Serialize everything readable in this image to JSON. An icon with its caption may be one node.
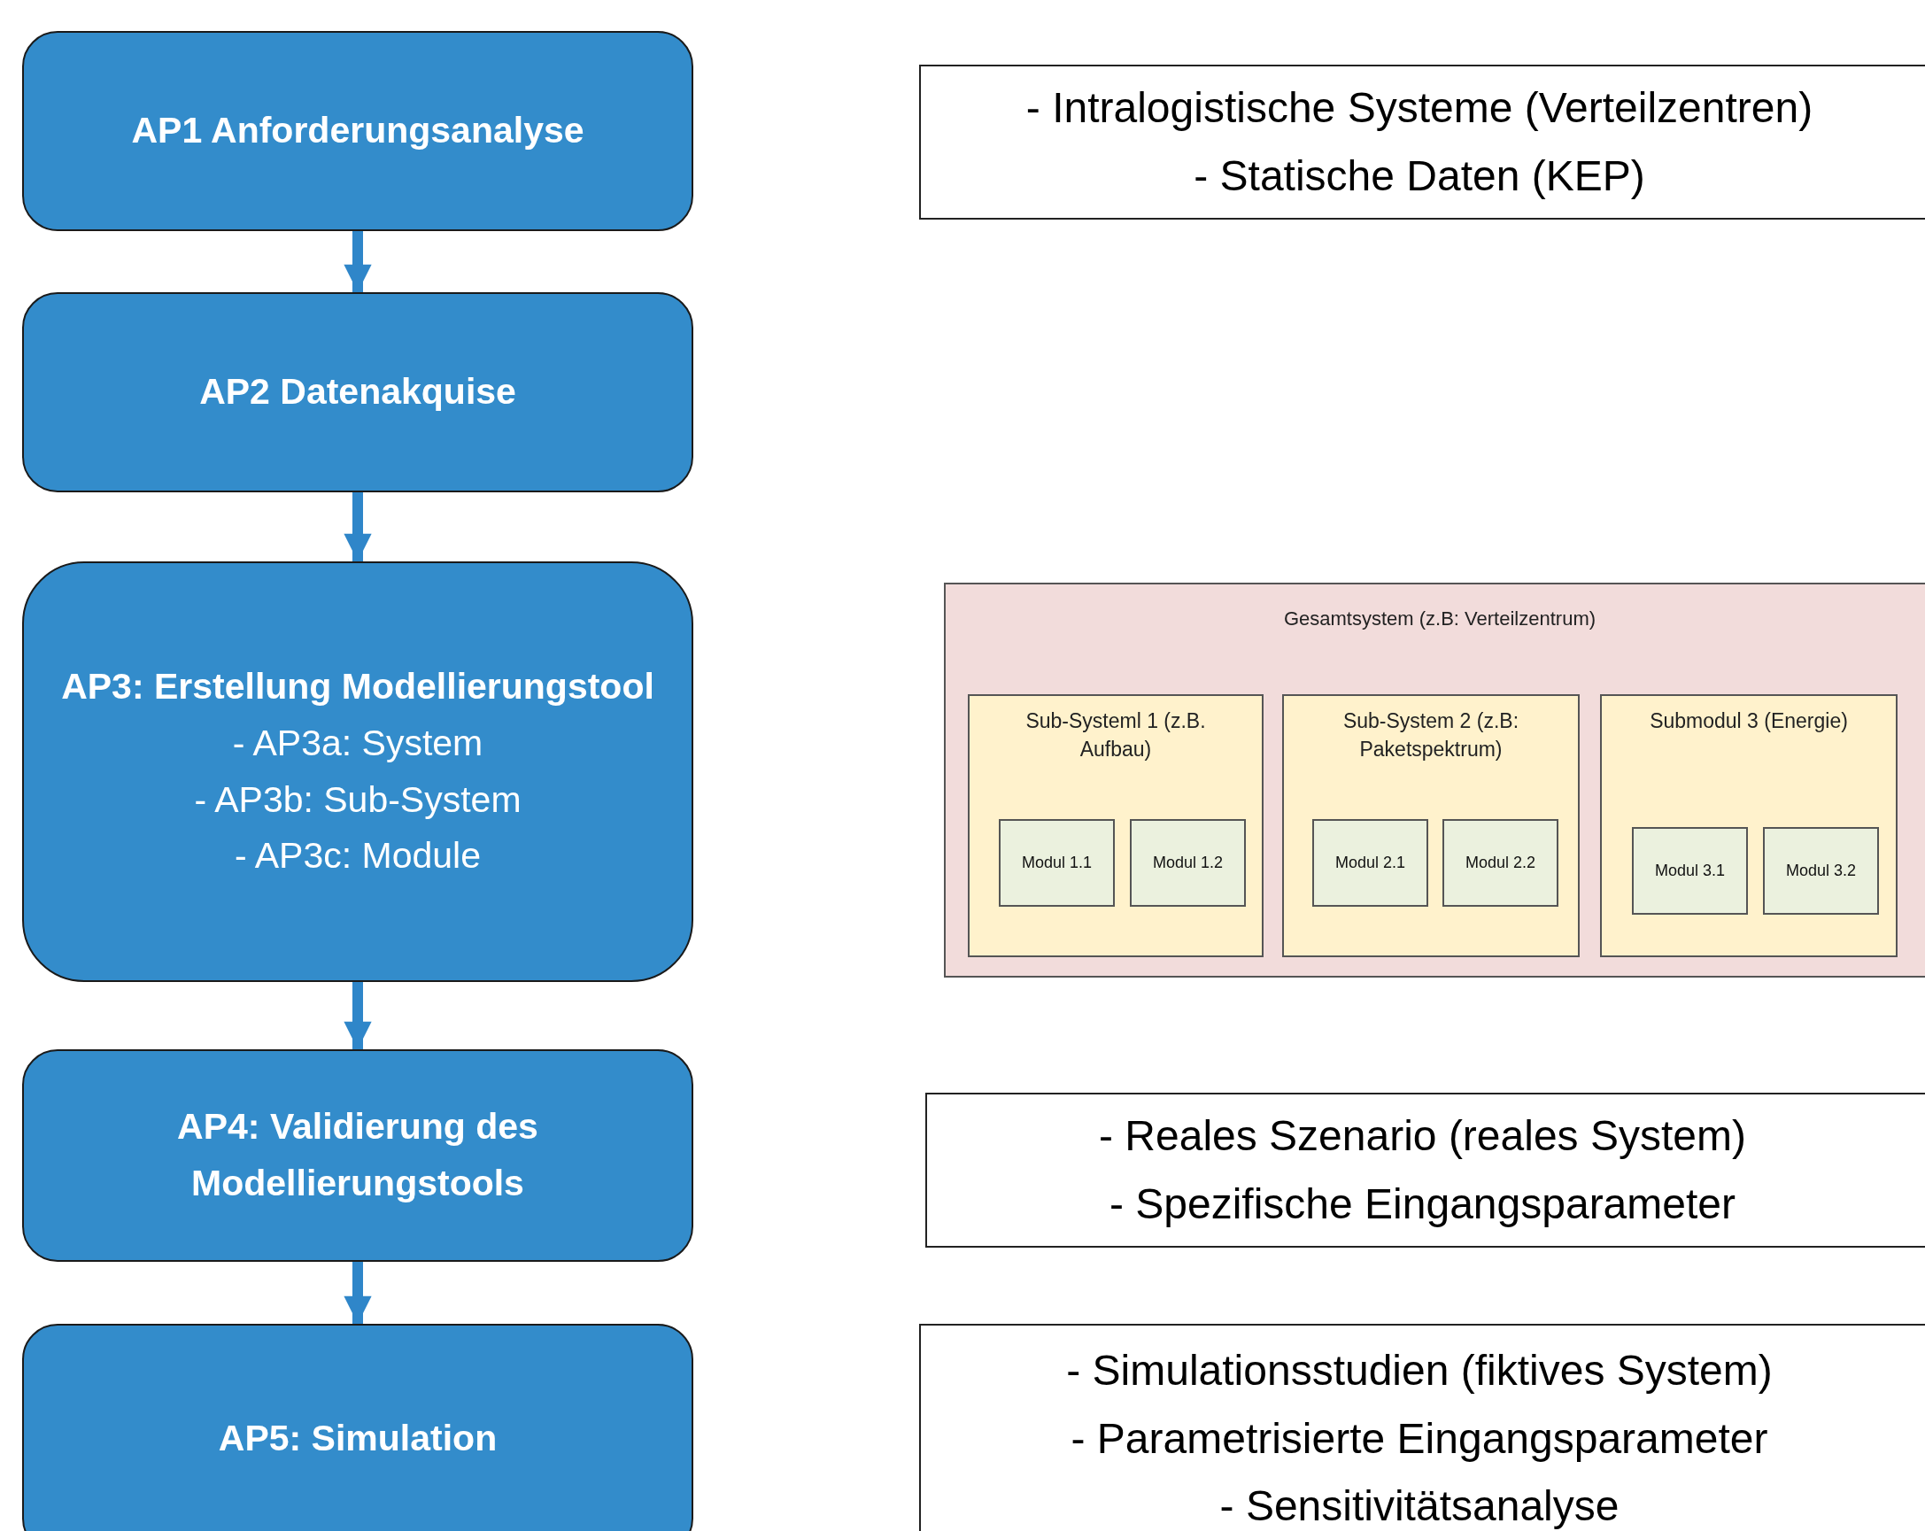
{
  "diagram": {
    "nodes": [
      {
        "text": [
          "AP1 Anforderungsanalyse"
        ]
      },
      {
        "text": [
          "- Intralogistische Systeme (Verteilzentren)",
          "- Statische Daten (KEP)"
        ]
      },
      {
        "text": [
          "AP2 Datenakquise"
        ]
      },
      {
        "text": [
          "AP3: Erstellung Modellierungstool",
          "- AP3a: System",
          "- AP3b: Sub-System",
          "- AP3c: Module"
        ]
      },
      {
        "text": [
          "Gesamtsystem (z.B: Verteilzentrum)"
        ]
      },
      {
        "text": [
          "Sub-Systeml 1 (z.B. Aufbau)"
        ],
        "in": 4
      },
      {
        "text": [
          "Modul 1.1"
        ],
        "in": 5
      },
      {
        "text": [
          "Modul 1.2"
        ],
        "in": 5
      },
      {
        "text": [
          "Sub-System 2 (z.B: Paketspektrum)"
        ],
        "in": 4
      },
      {
        "text": [
          "Modul 2.1"
        ],
        "in": 8
      },
      {
        "text": [
          "Modul 2.2"
        ],
        "in": 8
      },
      {
        "text": [
          "Submodul 3 (Energie)"
        ],
        "in": 4
      },
      {
        "text": [
          "Modul 3.1"
        ],
        "in": 11
      },
      {
        "text": [
          "Modul 3.2"
        ],
        "in": 11
      },
      {
        "text": [
          "AP4: Validierung des Modellierungstools"
        ]
      },
      {
        "text": [
          "- Reales Szenario (reales System)",
          "- Spezifische Eingangsparameter"
        ]
      },
      {
        "text": [
          "AP5: Simulation"
        ]
      },
      {
        "text": [
          "- Simulationsstudien (fiktives System)",
          "- Parametrisierte Eingangsparameter",
          "- Sensitivitätsanalyse"
        ]
      }
    ],
    "edges": [
      {
        "from": 0,
        "to": 2,
        "arrow": "to"
      },
      {
        "from": 2,
        "to": 3,
        "arrow": "to"
      },
      {
        "from": 3,
        "to": 14,
        "arrow": "to"
      },
      {
        "from": 14,
        "to": 16,
        "arrow": "to"
      }
    ]
  }
}
